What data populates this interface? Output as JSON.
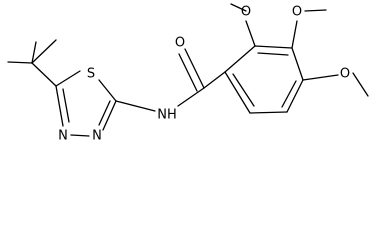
{
  "structure": {
    "atom_labels": {
      "thiadiazole_sulfur": "S",
      "thiadiazole_n3": "N",
      "thiadiazole_n4": "N",
      "amide_nh": "NH",
      "carbonyl_oxygen": "O",
      "methoxy_oxygen_2": "O",
      "methoxy_oxygen_3": "O",
      "methoxy_oxygen_4": "O"
    }
  }
}
